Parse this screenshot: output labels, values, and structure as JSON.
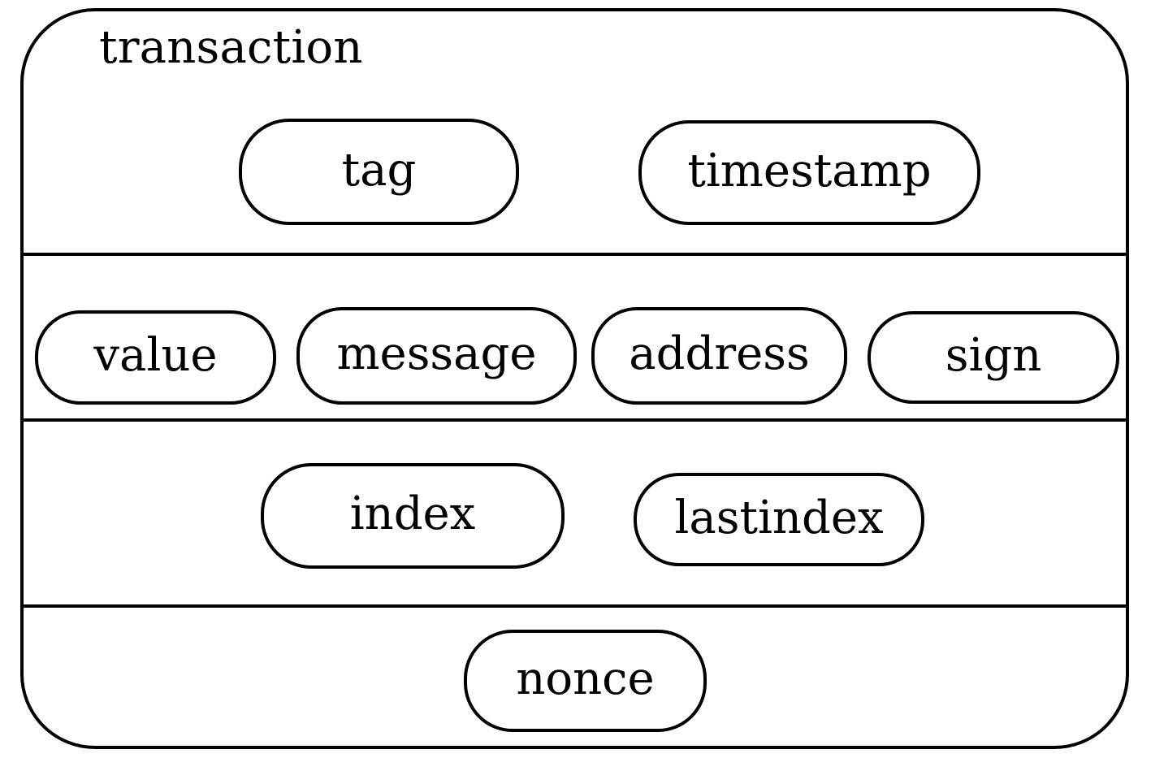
{
  "diagram": {
    "type": "nested-record-diagram",
    "title": "transaction",
    "colors": {
      "stroke": "#000000",
      "fill": "#ffffff",
      "text": "#000000"
    },
    "rows": [
      {
        "id": "row-1",
        "nodes": [
          {
            "id": "tag",
            "label": "tag"
          },
          {
            "id": "timestamp",
            "label": "timestamp"
          }
        ]
      },
      {
        "id": "row-2",
        "nodes": [
          {
            "id": "value",
            "label": "value"
          },
          {
            "id": "message",
            "label": "message"
          },
          {
            "id": "address",
            "label": "address"
          },
          {
            "id": "sign",
            "label": "sign"
          }
        ]
      },
      {
        "id": "row-3",
        "nodes": [
          {
            "id": "index",
            "label": "index"
          },
          {
            "id": "lastindex",
            "label": "lastindex"
          }
        ]
      },
      {
        "id": "row-4",
        "nodes": [
          {
            "id": "nonce",
            "label": "nonce"
          }
        ]
      }
    ]
  }
}
